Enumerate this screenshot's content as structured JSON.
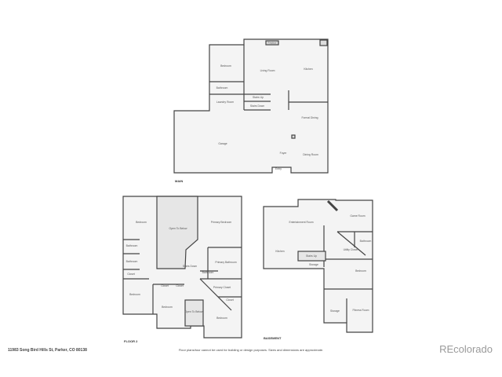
{
  "floors": {
    "main": {
      "label": "MAIN",
      "rooms": [
        "Bedroom",
        "Bathroom",
        "Laundry Room",
        "Living Room",
        "Kitchen",
        "Stairs Up",
        "Stairs Down",
        "Formal Dining",
        "Garage",
        "Foyer",
        "Dining Room",
        "Entry",
        "Fireplace"
      ]
    },
    "floor2": {
      "label": "FLOOR 2",
      "rooms": [
        "Bedroom",
        "Open To Below",
        "Primary Bedroom",
        "Bathroom",
        "Bathroom",
        "Stairs Down",
        "Primary Bathroom",
        "Closet",
        "Bedroom",
        "Closet",
        "Closet",
        "Bathroom",
        "Primary Closet",
        "Closet",
        "Bedroom",
        "Open To Below",
        "Bedroom"
      ]
    },
    "basement": {
      "label": "BASEMENT",
      "rooms": [
        "Entertainment Room",
        "Game Room",
        "Bathroom",
        "Utility Closet",
        "Kitchen",
        "Stairs Up",
        "Storage",
        "Bedroom",
        "Storage",
        "Fitness Room"
      ]
    }
  },
  "footer": {
    "address": "11983 Song Bird Hills St, Parker, CO 80138",
    "disclaimer": "Floor plans/tour cannot be used for building or design purposes. Sizes and dimensions are approximate.",
    "logo": "REcolorado"
  },
  "colors": {
    "wall": "#444444",
    "floor": "#f4f4f4",
    "open_to_below": "#e6e6e6"
  }
}
